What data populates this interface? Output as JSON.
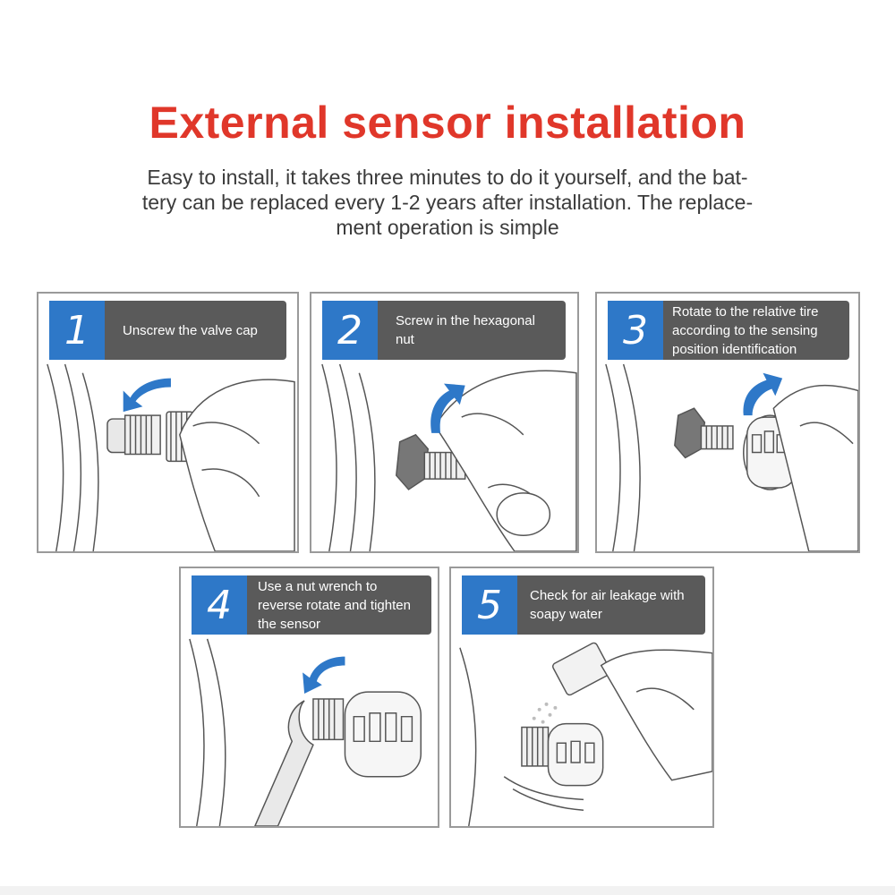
{
  "header": {
    "title": "External sensor installation",
    "subtitle": "Easy to install, it takes three minutes to do it yourself, and the bat-\ntery can be replaced every 1-2 years after installation. The replace-\nment operation is simple"
  },
  "steps": [
    {
      "number": "1",
      "text": "Unscrew the valve cap"
    },
    {
      "number": "2",
      "text": "Screw in the hexagonal nut"
    },
    {
      "number": "3",
      "text": "Rotate to the relative tire according to the sensing position identification"
    },
    {
      "number": "4",
      "text": "Use a nut wrench to reverse rotate and tighten the sensor"
    },
    {
      "number": "5",
      "text": "Check for air leakage with soapy water"
    }
  ],
  "colors": {
    "title": "#e0372a",
    "step_number_bg": "#2e78c8",
    "step_text_bg": "#5a5a5a",
    "arrow": "#2e78c8"
  }
}
